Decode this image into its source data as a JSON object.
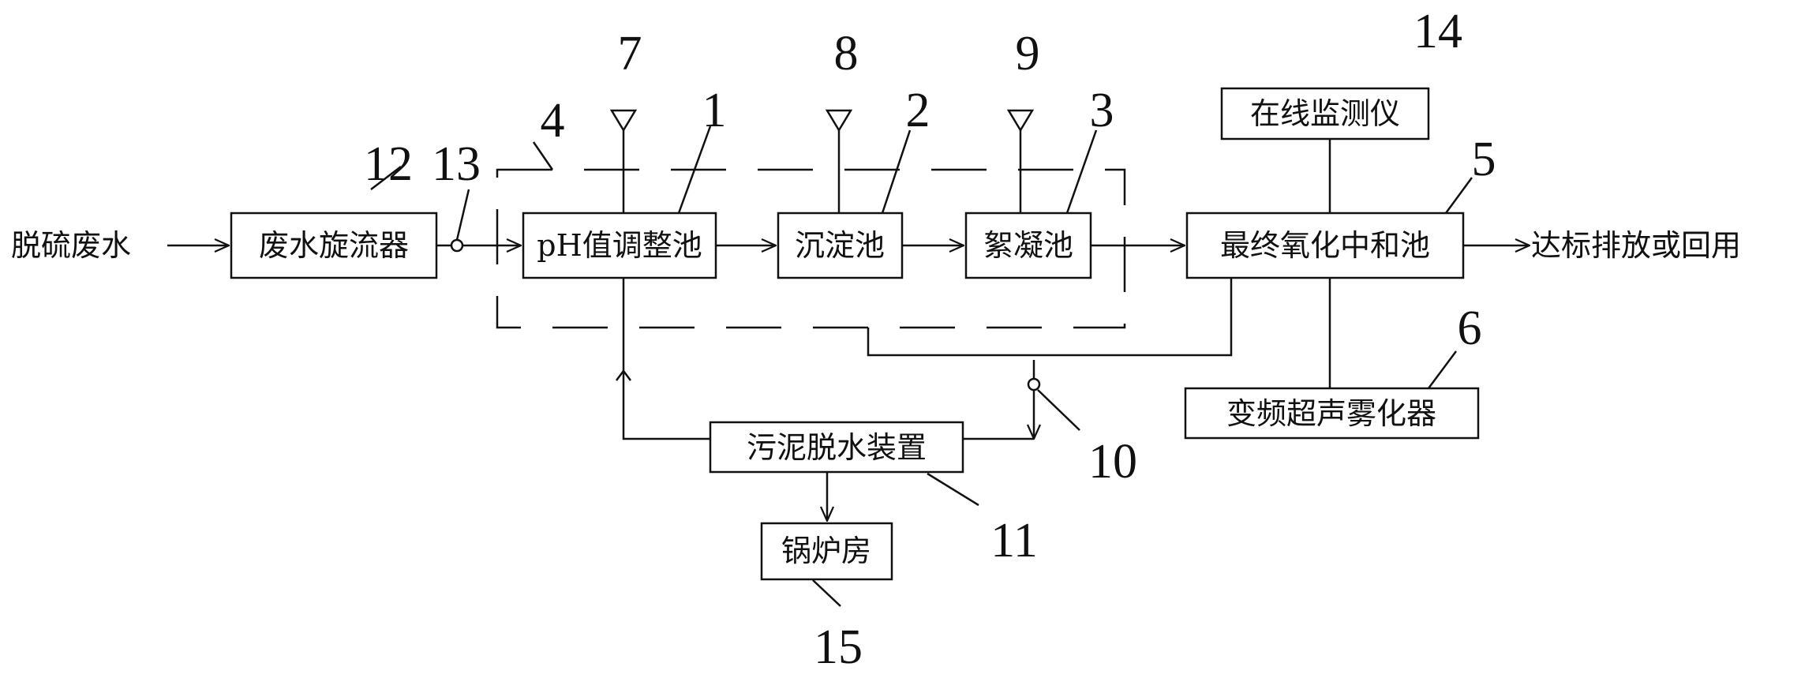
{
  "nodes": {
    "input": "脱硫废水",
    "cyclone": "废水旋流器",
    "ph_tank": "pH值调整池",
    "settling": "沉淀池",
    "flocculation": "絮凝池",
    "monitor": "在线监测仪",
    "final_tank": "最终氧化中和池",
    "output": "达标排放或回用",
    "atomizer": "变频超声雾化器",
    "sludge": "污泥脱水装置",
    "boiler": "锅炉房"
  },
  "callouts": {
    "n1": "1",
    "n2": "2",
    "n3": "3",
    "n4": "4",
    "n5": "5",
    "n6": "6",
    "n7": "7",
    "n8": "8",
    "n9": "9",
    "n10": "10",
    "n11": "11",
    "n12": "12",
    "n13": "13",
    "n14": "14",
    "n15": "15"
  },
  "colors": {
    "ink": "#111111",
    "background": "#ffffff"
  }
}
